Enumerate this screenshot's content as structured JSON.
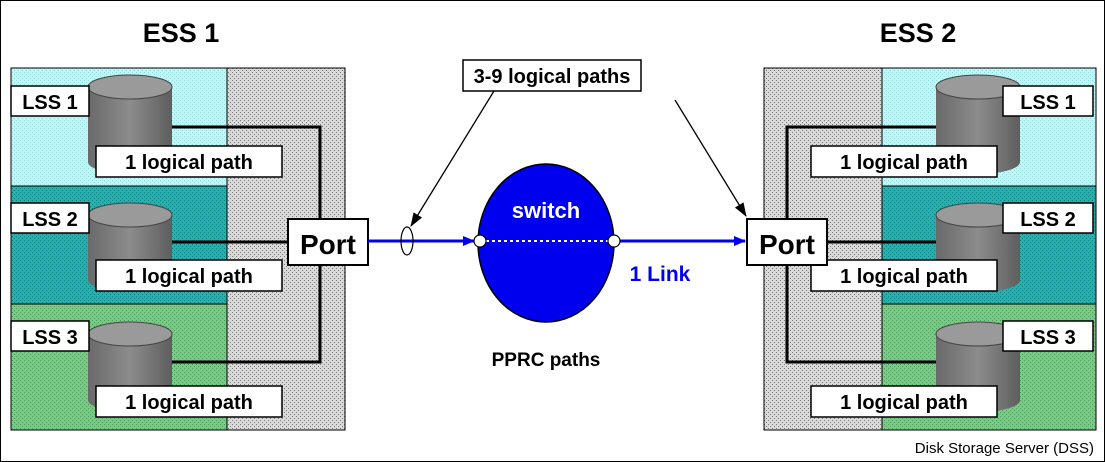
{
  "left_server": {
    "title": "ESS 1",
    "lss": [
      {
        "label": "LSS 1",
        "path_label": "1 logical path",
        "color": "#b8f0f0"
      },
      {
        "label": "LSS 2",
        "path_label": "1 logical path",
        "color": "#18b4b4"
      },
      {
        "label": "LSS 3",
        "path_label": "1 logical path",
        "color": "#6ec27a"
      }
    ],
    "port_label": "Port"
  },
  "right_server": {
    "title": "ESS 2",
    "lss": [
      {
        "label": "LSS 1",
        "path_label": "1 logical path",
        "color": "#b8f0f0"
      },
      {
        "label": "LSS 2",
        "path_label": "1 logical path",
        "color": "#18b4b4"
      },
      {
        "label": "LSS 3",
        "path_label": "1 logical path",
        "color": "#6ec27a"
      }
    ],
    "port_label": "Port"
  },
  "switch": {
    "label": "switch",
    "color": "#0000ee"
  },
  "logical_paths_label": "3-9 logical paths",
  "link_label": "1 Link",
  "pprc_label": "PPRC paths",
  "footer_caption": "Disk Storage Server (DSS)"
}
